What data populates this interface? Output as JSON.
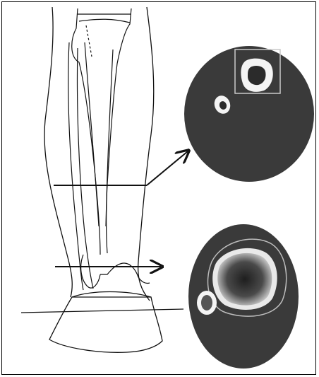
{
  "figure": {
    "description_visible_text": "",
    "colors": {
      "line": "#111111",
      "section_fill": "#3a3a3a",
      "cortex": "#f4f4f4",
      "marrow": "#2b2b2b",
      "roi_box": "#c9c9c9",
      "background": "#ffffff"
    },
    "parts": [
      "leg-outline",
      "tibia",
      "fibula",
      "foot-bone",
      "proximal-section-line",
      "distal-section-line",
      "proximal-cross-section",
      "distal-cross-section"
    ]
  }
}
